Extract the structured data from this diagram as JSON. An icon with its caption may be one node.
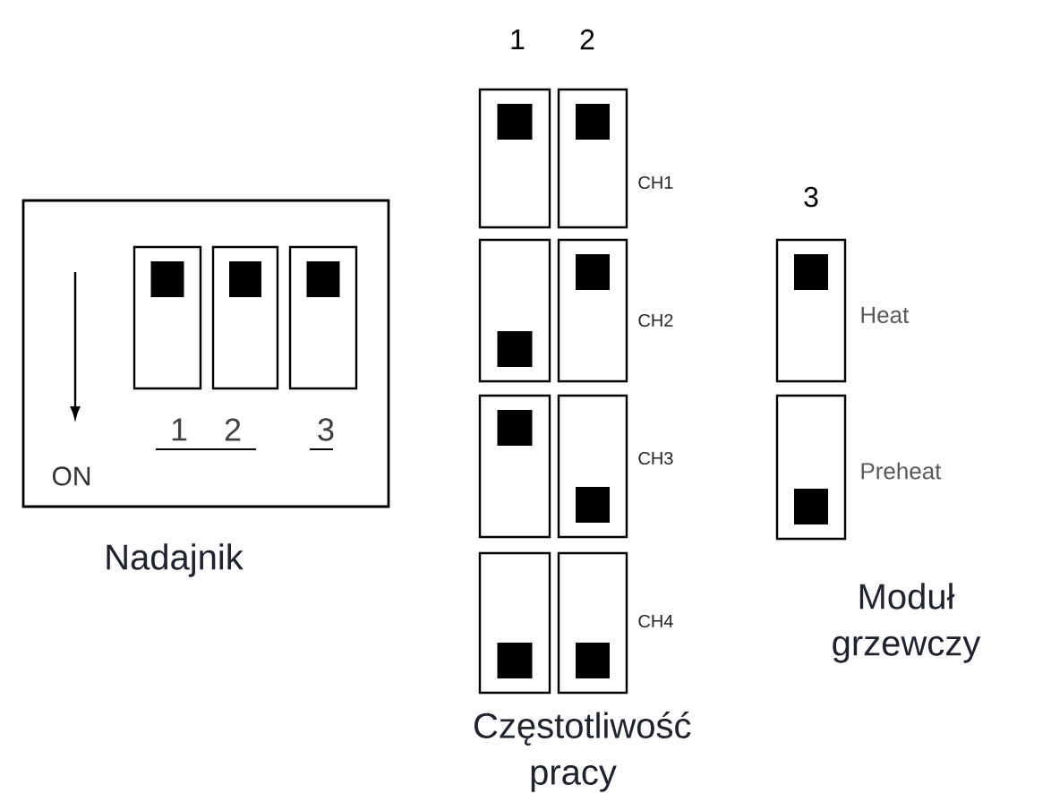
{
  "diagram": {
    "labels": [
      "1",
      "2",
      "CH1",
      "CH2",
      "CH3",
      "CH4",
      "3",
      "Heat",
      "Preheat",
      "Moduł grzewczy",
      "ON",
      "1",
      "2",
      "3",
      "Nadajnik",
      "Częstotliwość pracy"
    ]
  }
}
